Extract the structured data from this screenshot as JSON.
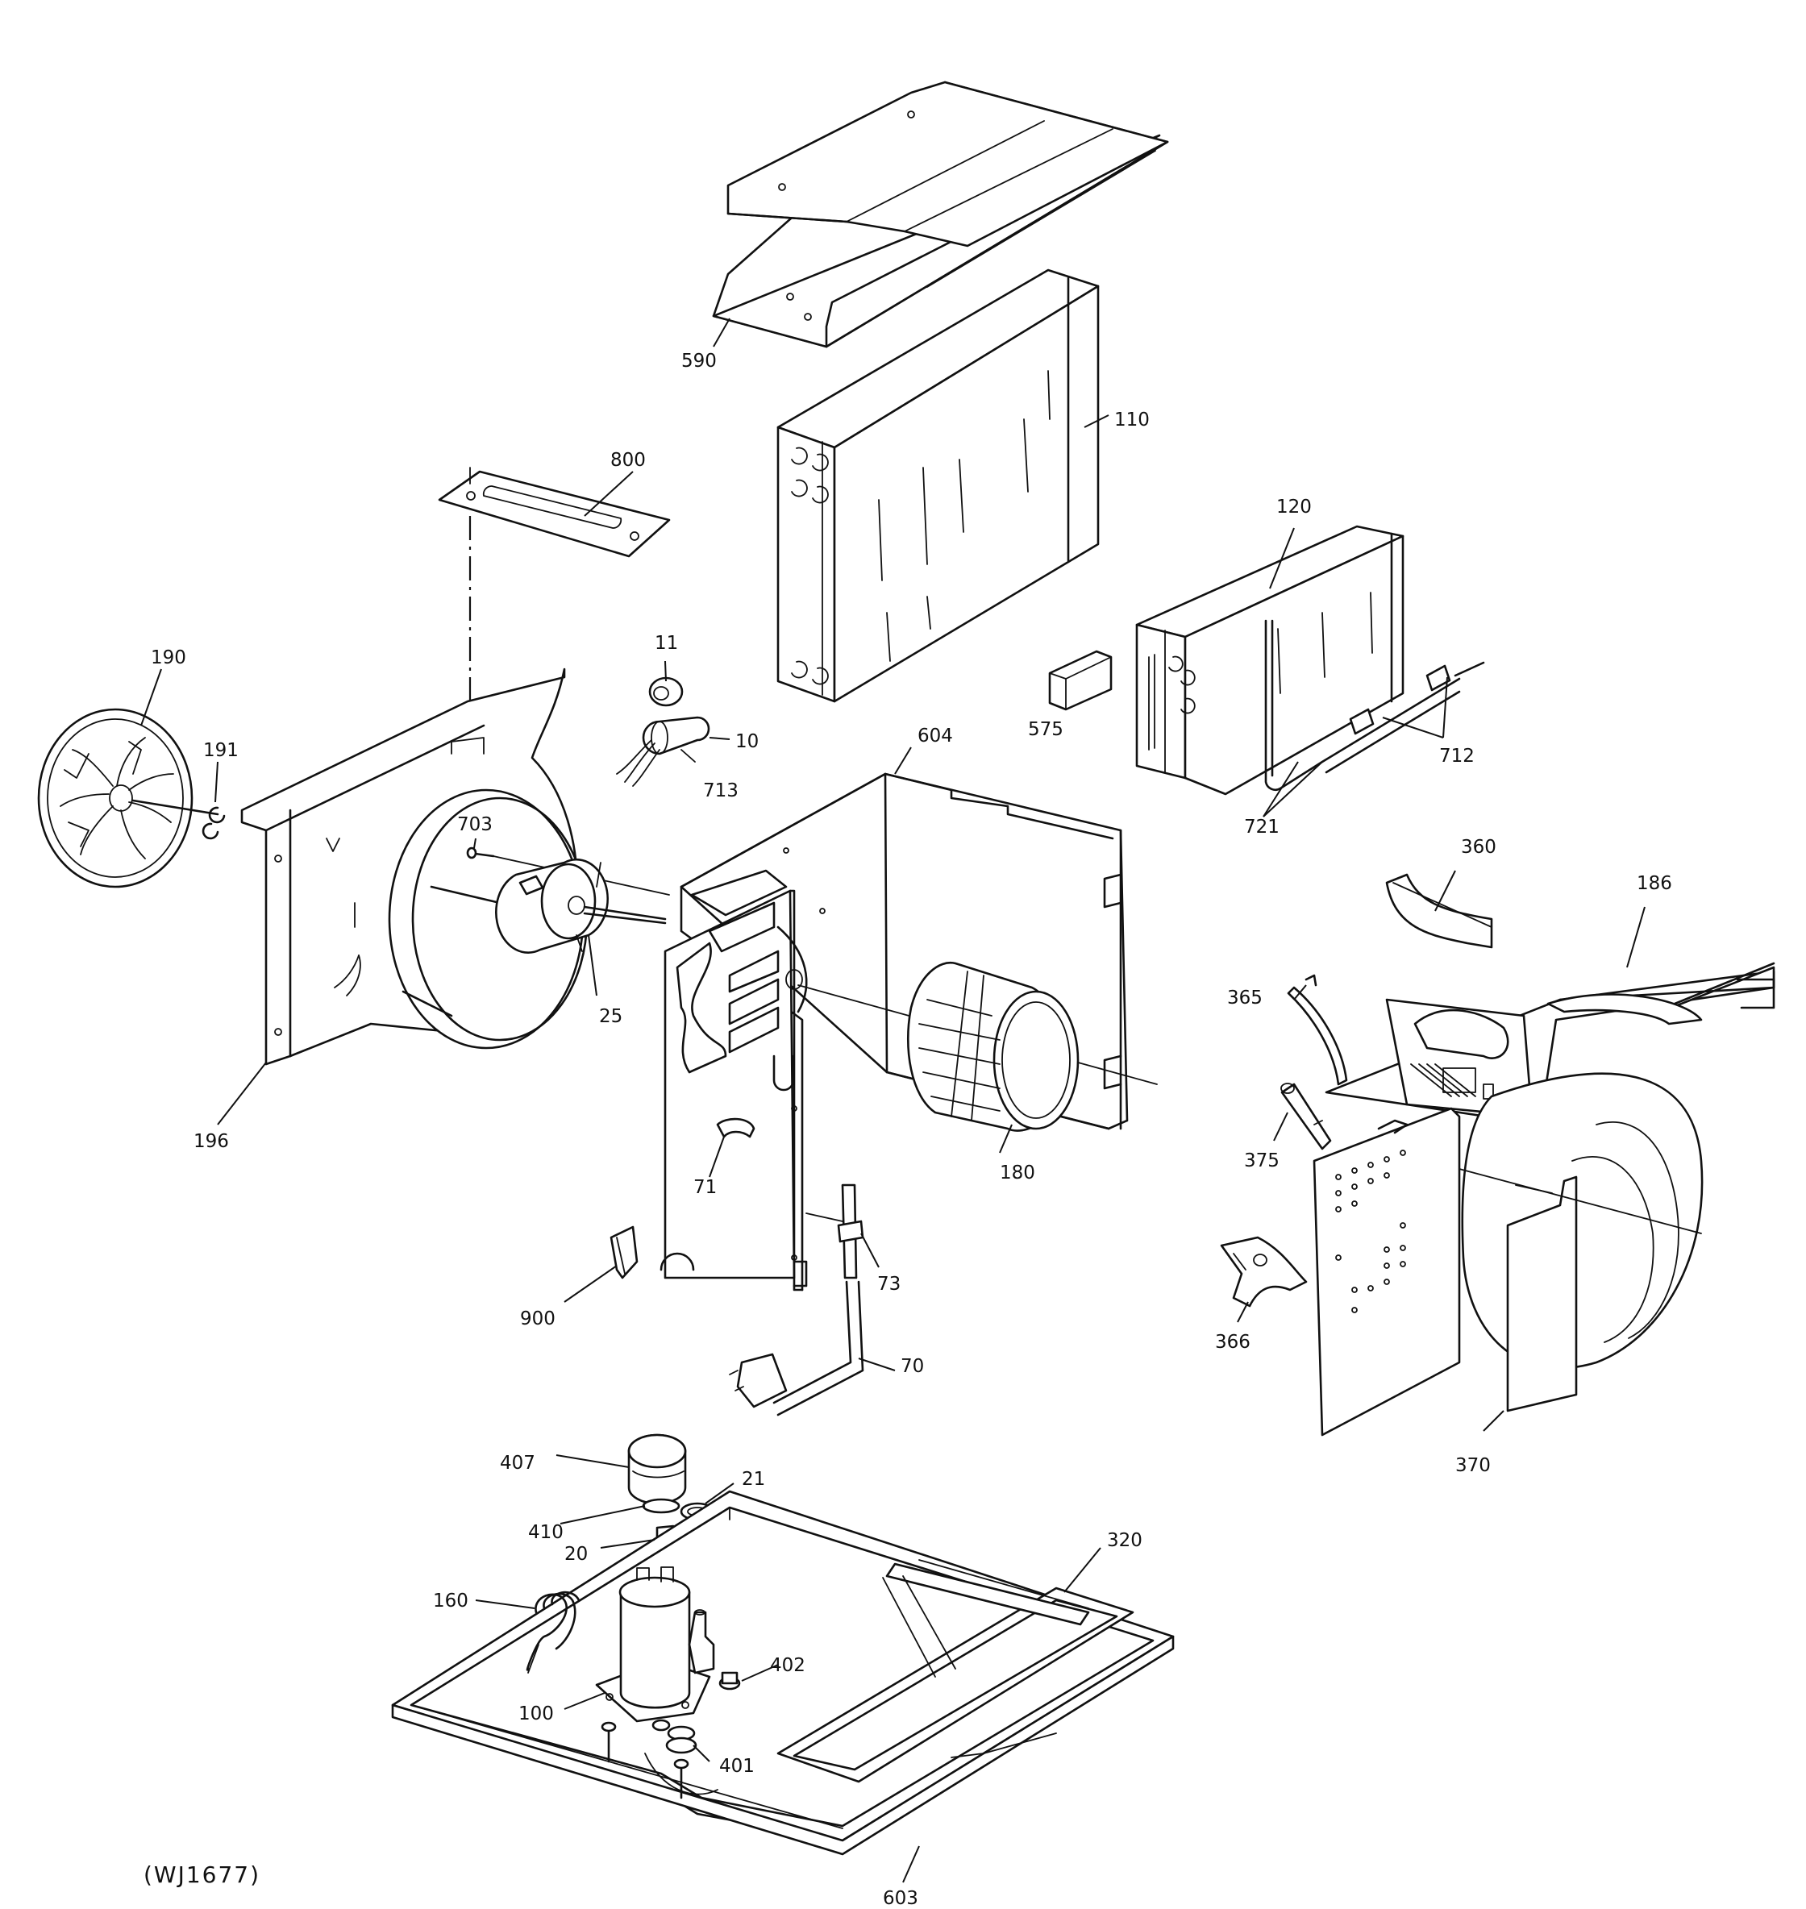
{
  "diagram": {
    "drawing_code": "(WJ1677)",
    "parts": [
      {
        "id": "top-cover",
        "label": "590"
      },
      {
        "id": "evaporator-coil",
        "label": "110"
      },
      {
        "id": "mounting-bracket",
        "label": "800"
      },
      {
        "id": "condenser-coil",
        "label": "120"
      },
      {
        "id": "coil-clip",
        "label": "575"
      },
      {
        "id": "grommet",
        "label": "11"
      },
      {
        "id": "capacitor",
        "label": "10"
      },
      {
        "id": "capacitor-lead",
        "label": "713"
      },
      {
        "id": "blower-housing",
        "label": "604"
      },
      {
        "id": "tube-bracket",
        "label": "712"
      },
      {
        "id": "tubing",
        "label": "721"
      },
      {
        "id": "fan-blade",
        "label": "190"
      },
      {
        "id": "fan-clip",
        "label": "191"
      },
      {
        "id": "screw",
        "label": "703"
      },
      {
        "id": "fan-motor",
        "label": "25"
      },
      {
        "id": "shroud",
        "label": "196"
      },
      {
        "id": "blower-wheel",
        "label": "180"
      },
      {
        "id": "air-deflector",
        "label": "360"
      },
      {
        "id": "control-bracket",
        "label": "186"
      },
      {
        "id": "damper-spring",
        "label": "365"
      },
      {
        "id": "thermistor",
        "label": "375"
      },
      {
        "id": "damper-link",
        "label": "366"
      },
      {
        "id": "control-panel",
        "label": "370"
      },
      {
        "id": "clip",
        "label": "71"
      },
      {
        "id": "clamp",
        "label": "900"
      },
      {
        "id": "strain-relief",
        "label": "73"
      },
      {
        "id": "power-cord",
        "label": "70"
      },
      {
        "id": "overload-cover",
        "label": "407"
      },
      {
        "id": "retainer",
        "label": "410"
      },
      {
        "id": "spring-clip",
        "label": "21"
      },
      {
        "id": "terminal",
        "label": "20"
      },
      {
        "id": "drain-coil",
        "label": "160"
      },
      {
        "id": "base-pan",
        "label": "320"
      },
      {
        "id": "compressor",
        "label": "100"
      },
      {
        "id": "mount-nut",
        "label": "402"
      },
      {
        "id": "mount-grommet",
        "label": "401"
      },
      {
        "id": "base",
        "label": "603"
      }
    ]
  }
}
